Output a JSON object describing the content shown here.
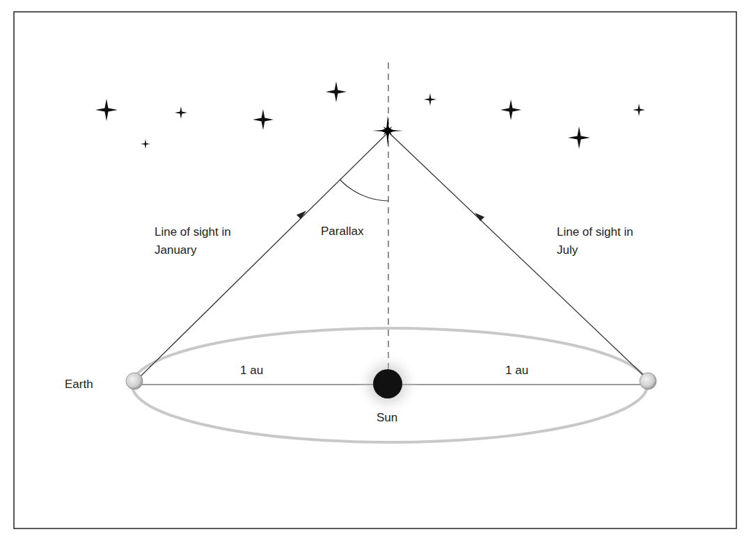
{
  "diagram": {
    "labels": [
      "Line of sight in January",
      "Parallax",
      "Line of sight in July",
      "Earth",
      "1 au",
      "1 au",
      "Sun"
    ]
  }
}
